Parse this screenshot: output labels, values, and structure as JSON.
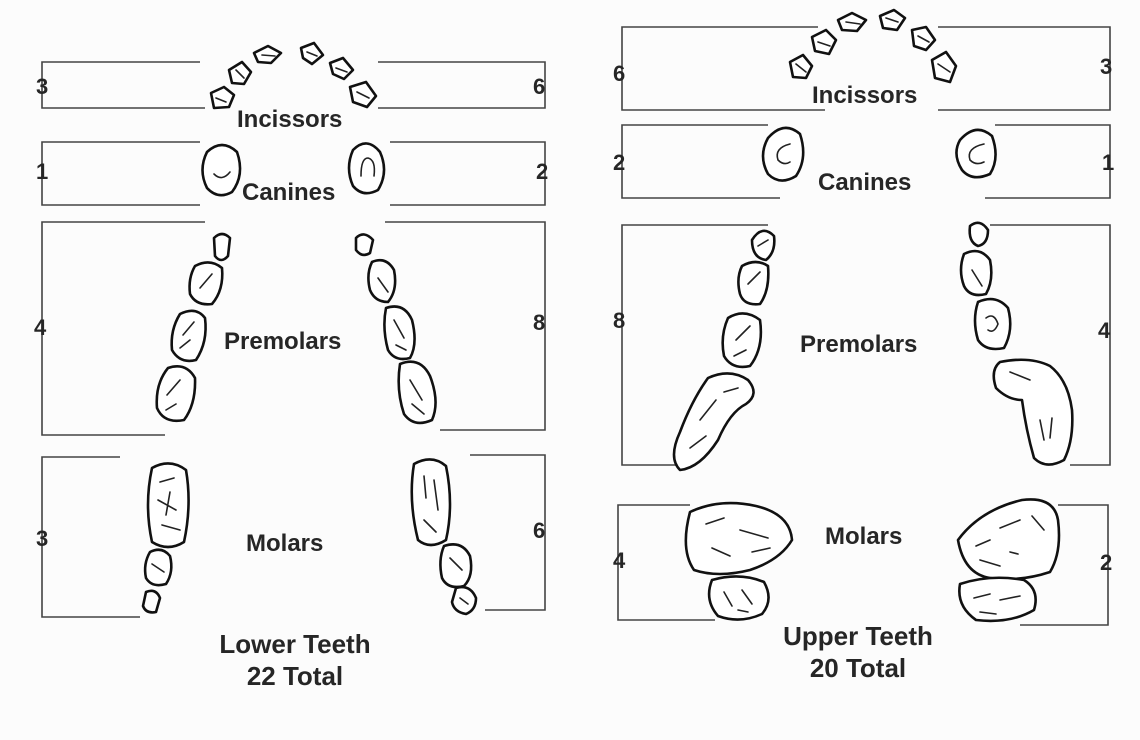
{
  "lower_jaw": {
    "sections": {
      "incisors": {
        "label": "Incissors",
        "left_count": "3",
        "right_count": "6"
      },
      "canines": {
        "label": "Canines",
        "left_count": "1",
        "right_count": "2"
      },
      "premolars": {
        "label": "Premolars",
        "left_count": "4",
        "right_count": "8"
      },
      "molars": {
        "label": "Molars",
        "left_count": "3",
        "right_count": "6"
      }
    },
    "caption_line1": "Lower Teeth",
    "caption_line2": "22 Total"
  },
  "upper_jaw": {
    "sections": {
      "incisors": {
        "label": "Incissors",
        "left_count": "6",
        "right_count": "3"
      },
      "canines": {
        "label": "Canines",
        "left_count": "2",
        "right_count": "1"
      },
      "premolars": {
        "label": "Premolars",
        "left_count": "8",
        "right_count": "4"
      },
      "molars": {
        "label": "Molars",
        "left_count": "4",
        "right_count": "2"
      }
    },
    "caption_line1": "Upper Teeth",
    "caption_line2": "20 Total"
  }
}
